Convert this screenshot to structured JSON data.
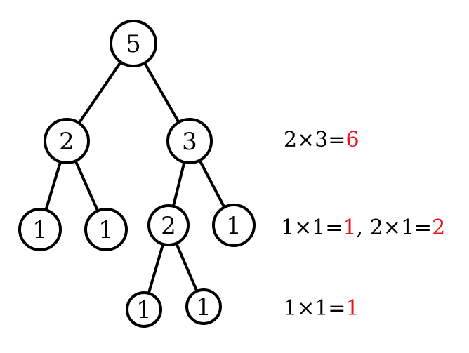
{
  "tree": {
    "nodes": [
      {
        "id": "root",
        "value": "5"
      },
      {
        "id": "l",
        "value": "2"
      },
      {
        "id": "r",
        "value": "3"
      },
      {
        "id": "ll",
        "value": "1"
      },
      {
        "id": "lr",
        "value": "1"
      },
      {
        "id": "rl",
        "value": "2"
      },
      {
        "id": "rr",
        "value": "1"
      },
      {
        "id": "rll",
        "value": "1"
      },
      {
        "id": "rlr",
        "value": "1"
      }
    ],
    "edges": [
      [
        "root",
        "l"
      ],
      [
        "root",
        "r"
      ],
      [
        "l",
        "ll"
      ],
      [
        "l",
        "lr"
      ],
      [
        "r",
        "rl"
      ],
      [
        "r",
        "rr"
      ],
      [
        "rl",
        "rll"
      ],
      [
        "rl",
        "rlr"
      ]
    ]
  },
  "equations": {
    "level1": {
      "expr": "2×3=",
      "result": "6"
    },
    "level2a": {
      "expr": "1×1=",
      "result": "1"
    },
    "level2_sep": ", ",
    "level2b": {
      "expr": "2×1=",
      "result": "2"
    },
    "level3": {
      "expr": "1×1=",
      "result": "1"
    }
  },
  "colors": {
    "result": "#e8141b",
    "stroke": "#000000"
  }
}
